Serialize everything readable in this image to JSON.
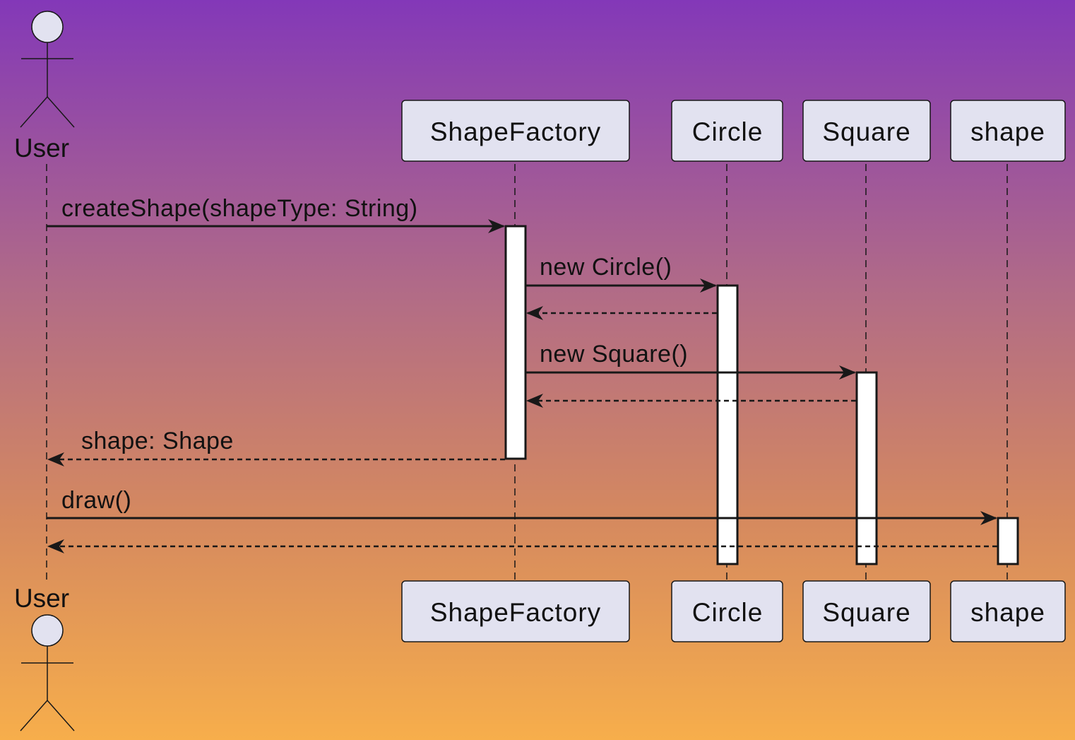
{
  "diagram": {
    "participants": [
      {
        "id": "user",
        "label": "User",
        "kind": "actor"
      },
      {
        "id": "factory",
        "label": "ShapeFactory",
        "kind": "participant"
      },
      {
        "id": "circle",
        "label": "Circle",
        "kind": "participant"
      },
      {
        "id": "square",
        "label": "Square",
        "kind": "participant"
      },
      {
        "id": "shape",
        "label": "shape",
        "kind": "participant"
      }
    ],
    "messages": [
      {
        "from": "user",
        "to": "factory",
        "label": "createShape(shapeType: String)",
        "style": "call"
      },
      {
        "from": "factory",
        "to": "circle",
        "label": "new Circle()",
        "style": "call"
      },
      {
        "from": "circle",
        "to": "factory",
        "label": "",
        "style": "return"
      },
      {
        "from": "factory",
        "to": "square",
        "label": "new Square()",
        "style": "call"
      },
      {
        "from": "square",
        "to": "factory",
        "label": "",
        "style": "return"
      },
      {
        "from": "factory",
        "to": "user",
        "label": "shape: Shape",
        "style": "return"
      },
      {
        "from": "user",
        "to": "shape",
        "label": "draw()",
        "style": "call"
      },
      {
        "from": "shape",
        "to": "user",
        "label": "",
        "style": "return"
      }
    ],
    "colors": {
      "participant_fill": "#E2E2F0",
      "stroke": "#181818",
      "activation_fill": "#FFFFFF",
      "background_top": "#8338B8",
      "background_bottom": "#F7AE4B"
    }
  }
}
